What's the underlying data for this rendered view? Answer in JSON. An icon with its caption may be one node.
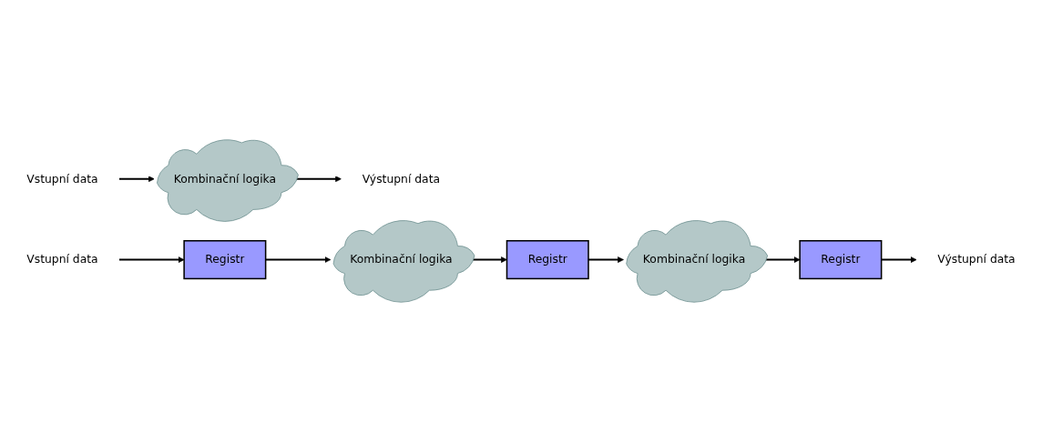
{
  "diagram": {
    "nodes": [
      {
        "text": [
          "Vstupní data"
        ]
      },
      {
        "text": [
          "Kombinační logika"
        ]
      },
      {
        "text": [
          "Výstupní data"
        ]
      },
      {
        "text": [
          "Vstupní data"
        ]
      },
      {
        "text": [
          "Registr"
        ]
      },
      {
        "text": [
          "Kombinační logika"
        ]
      },
      {
        "text": [
          "Registr"
        ]
      },
      {
        "text": [
          "Kombinační logika"
        ]
      },
      {
        "text": [
          "Registr"
        ]
      },
      {
        "text": [
          "Výstupní data"
        ]
      }
    ],
    "edges": [
      {
        "from": 0,
        "to": 1,
        "arrow": "to"
      },
      {
        "from": 1,
        "to": 2,
        "arrow": "to"
      },
      {
        "from": 3,
        "to": 4,
        "arrow": "to"
      },
      {
        "from": 4,
        "to": 5,
        "arrow": "to"
      },
      {
        "from": 5,
        "to": 6,
        "arrow": "to"
      },
      {
        "from": 6,
        "to": 7,
        "arrow": "to"
      },
      {
        "from": 7,
        "to": 8,
        "arrow": "to"
      },
      {
        "from": 8,
        "to": 9,
        "arrow": "to"
      }
    ]
  }
}
